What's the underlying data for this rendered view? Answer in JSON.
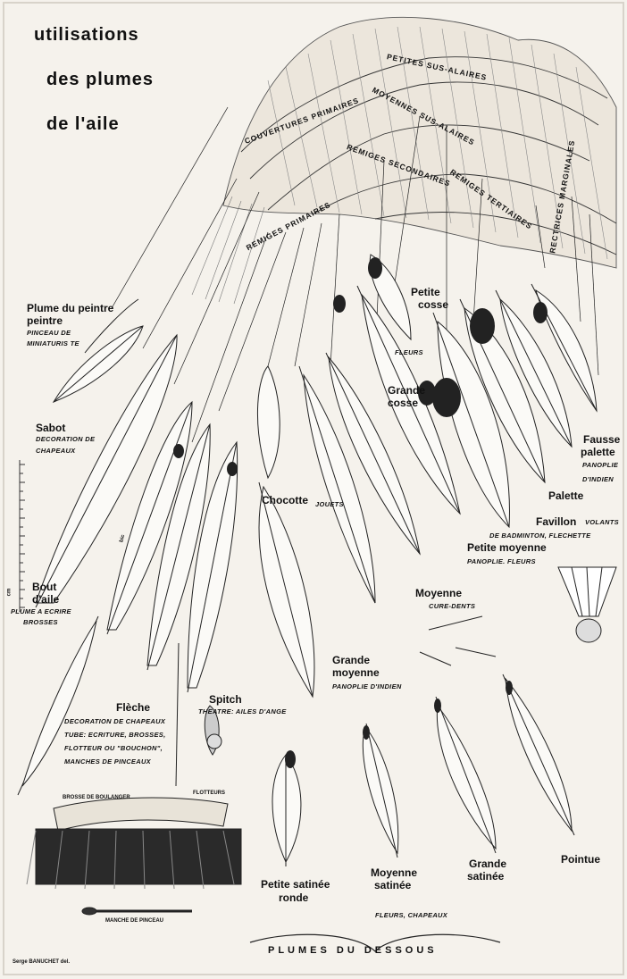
{
  "title": {
    "line1": "utilisations",
    "line2": "des plumes",
    "line3": "de l'aile"
  },
  "wing_labels": {
    "petites_sus_alaires": "PETITES SUS-ALAIRES",
    "moyennes_sus_alaires": "MOYENNES SUS-ALAIRES",
    "couvertures_primaires": "COUVERTURES PRIMAIRES",
    "remiges_secondaires": "REMIGES SECONDAIRES",
    "remiges_tertiaires": "REMIGES TERTIAIRES",
    "remiges_primaires": "REMIGES PRIMAIRES",
    "rectrices_marginales": "RECTRICES MARGINALES"
  },
  "feathers": [
    {
      "name": "Plume du peintre",
      "name2": "peintre",
      "use": "PINCEAU DE",
      "use2": "MINIATURIS TE"
    },
    {
      "name": "Sabot",
      "use": "DECORATION DE",
      "use2": "CHAPEAUX"
    },
    {
      "name": "Bout",
      "name2": "d'aile",
      "use": "PLUME A ECRIRE",
      "use2": "BROSSES"
    },
    {
      "name": "Flèche",
      "use": "DECORATION DE CHAPEAUX",
      "use2": "TUBE: ECRITURE, BROSSES,",
      "use3": "FLOTTEUR OU \"BOUCHON\",",
      "use4": "MANCHES DE PINCEAUX"
    },
    {
      "name": "Spitch",
      "use": "THEATRE: AILES D'ANGE"
    },
    {
      "name": "Chocotte",
      "use": "JOUETS"
    },
    {
      "name": "Petite",
      "name2": "cosse",
      "use": "FLEURS"
    },
    {
      "name": "Grande",
      "name2": "cosse"
    },
    {
      "name": "Fausse",
      "name2": "palette",
      "use": "PANOPLIE",
      "use2": "D'INDIEN"
    },
    {
      "name": "Palette"
    },
    {
      "name": "Favillon",
      "use": "VOLANTS",
      "use2": "DE BADMINTON, FLECHETTE"
    },
    {
      "name": "Petite moyenne",
      "use": "PANOPLIE. FLEURS"
    },
    {
      "name": "Moyenne",
      "use": "CURE-DENTS"
    },
    {
      "name": "Grande",
      "name2": "moyenne",
      "use": "PANOPLIE D'INDIEN"
    },
    {
      "name": "Petite satinée",
      "name2": "ronde"
    },
    {
      "name": "Moyenne",
      "name2": "satinée"
    },
    {
      "name": "Grande",
      "name2": "satinée"
    },
    {
      "name": "Pointue"
    }
  ],
  "objects": {
    "brosse": "BROSSE DE BOULANGER",
    "manche": "MANCHE DE PINCEAU",
    "flotteurs": "FLOTTEURS",
    "bic": "bic",
    "scale_unit": "cm",
    "fleurs_chapeaux": "FLEURS, CHAPEAUX"
  },
  "footer": {
    "dessous": "PLUMES DU DESSOUS",
    "credit": "Serge BANUCHET del."
  }
}
